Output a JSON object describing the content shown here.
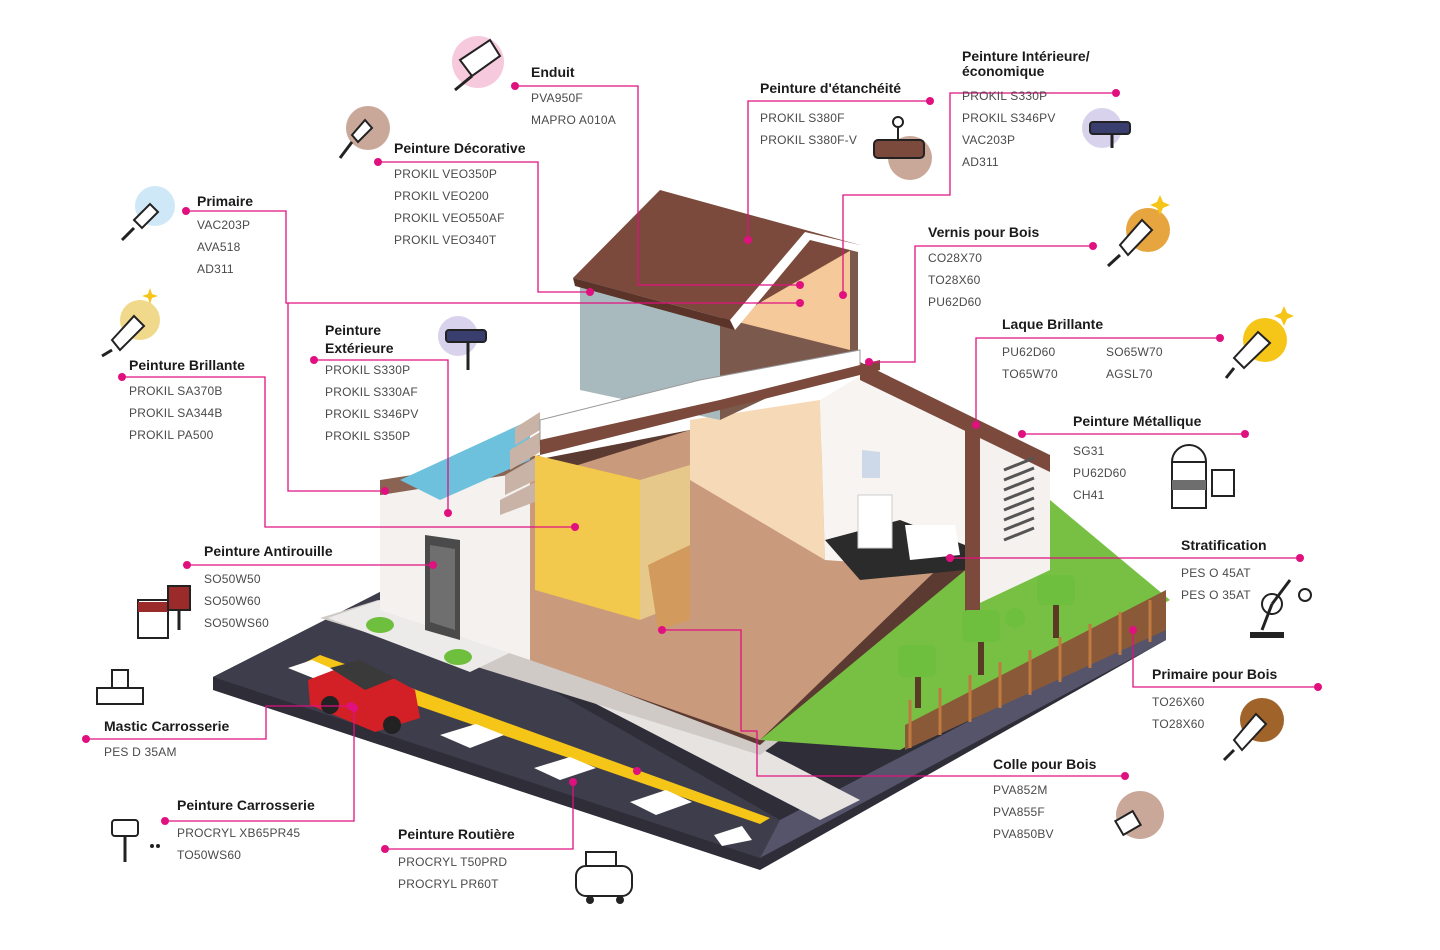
{
  "categories": {
    "enduit": {
      "title": "Enduit",
      "codes": [
        "PVA950F",
        "MAPRO A010A"
      ],
      "icon": "spatula-icon"
    },
    "decorative": {
      "title": "Peinture Décorative",
      "codes": [
        "PROKIL VEO350P",
        "PROKIL VEO200",
        "PROKIL VEO550AF",
        "PROKIL VEO340T"
      ],
      "icon": "brush-icon"
    },
    "etancheite": {
      "title": "Peinture d'étanchéité",
      "codes": [
        "PROKIL S380F",
        "PROKIL S380F-V"
      ],
      "icon": "roller-icon"
    },
    "interieure": {
      "title": "Peinture Intérieure/ économique",
      "codes": [
        "PROKIL S330P",
        "PROKIL S346PV",
        "VAC203P",
        "AD311"
      ],
      "icon": "paint-roller-icon"
    },
    "primaire": {
      "title": "Primaire",
      "codes": [
        "VAC203P",
        "AVA518",
        "AD311"
      ],
      "icon": "brush-icon"
    },
    "vernis": {
      "title": "Vernis pour Bois",
      "codes": [
        "CO28X70",
        "TO28X60",
        "PU62D60"
      ],
      "icon": "sparkle-brush-icon"
    },
    "exterieure": {
      "title": "Peinture Extérieure",
      "codes": [
        "PROKIL S330P",
        "PROKIL S330AF",
        "PROKIL S346PV",
        "PROKIL S350P"
      ],
      "icon": "paint-roller-icon"
    },
    "brillante": {
      "title": "Peinture Brillante",
      "codes": [
        "PROKIL SA370B",
        "PROKIL SA344B",
        "PROKIL PA500"
      ],
      "icon": "sparkle-brush-icon"
    },
    "laque": {
      "title": "Laque Brillante",
      "codes": [
        "PU62D60",
        "SO65W70",
        "TO65W70",
        "AGSL70"
      ],
      "icon": "sparkle-brush-icon"
    },
    "metallique": {
      "title": "Peinture Métallique",
      "codes": [
        "SG31",
        "PU62D60",
        "CH41"
      ],
      "icon": "paint-can-brush-icon"
    },
    "antirouille": {
      "title": "Peinture Antirouille",
      "codes": [
        "SO50W50",
        "SO50W60",
        "SO50WS60"
      ],
      "icon": "paint-can-brush-icon"
    },
    "stratification": {
      "title": "Stratification",
      "codes": [
        "PES O 45AT",
        "PES O 35AT"
      ],
      "icon": "robot-arm-icon"
    },
    "mastic": {
      "title": "Mastic Carrosserie",
      "codes": [
        "PES D 35AM"
      ],
      "icon": "putty-knife-icon"
    },
    "primaire_bois": {
      "title": "Primaire pour Bois",
      "codes": [
        "TO26X60",
        "TO28X60"
      ],
      "icon": "brush-icon"
    },
    "carrosserie": {
      "title": "Peinture Carrosserie",
      "codes": [
        "PROCRYL XB65PR45",
        "TO50WS60"
      ],
      "icon": "spray-gun-icon"
    },
    "colle": {
      "title": "Colle pour Bois",
      "codes": [
        "PVA852M",
        "PVA855F",
        "PVA850BV"
      ],
      "icon": "glue-bottle-icon"
    },
    "routiere": {
      "title": "Peinture Routière",
      "codes": [
        "PROCRYL T50PRD",
        "PROCRYL PR60T"
      ],
      "icon": "compressor-icon"
    }
  },
  "colors": {
    "accent": "#e0117f",
    "roof": "#7b4a3c",
    "wall": "#f4f1ef",
    "floor": "#c99a7c",
    "grass": "#77c043",
    "road": "#3c3b49",
    "yellow_line": "#f5c518",
    "pool": "#6ec1dd"
  }
}
